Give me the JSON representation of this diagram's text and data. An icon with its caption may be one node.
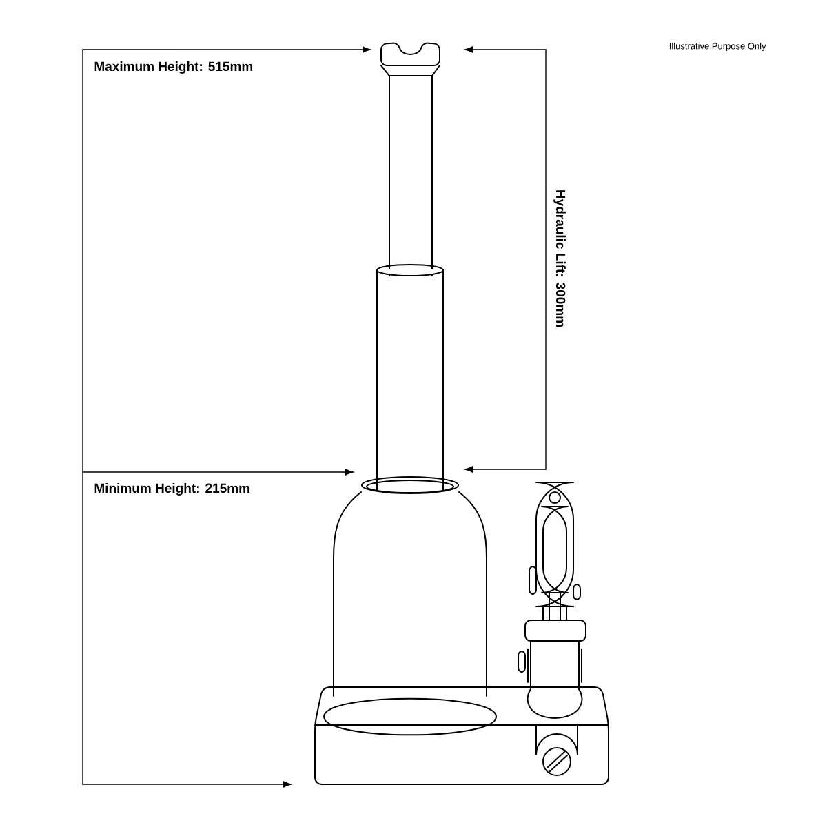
{
  "diagram": {
    "labels": [
      "Illustrative Purpose Only",
      "Maximum Height: 515mm",
      "Hydraulic Lift: 300mm",
      "Minimum Height: 215mm"
    ]
  }
}
